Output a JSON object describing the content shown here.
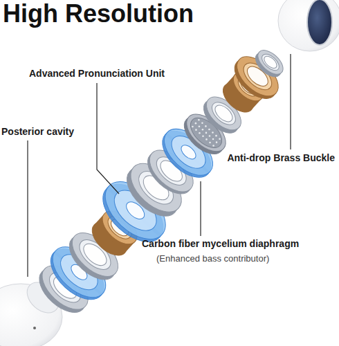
{
  "diagram": {
    "title": "High Resolution",
    "labels": [
      "Advanced Pronunciation Unit",
      "Posterior cavity",
      "Anti-drop Brass Buckle",
      "Carbon fiber mycelium diaphragm",
      "(Enhanced bass contributor)"
    ]
  }
}
